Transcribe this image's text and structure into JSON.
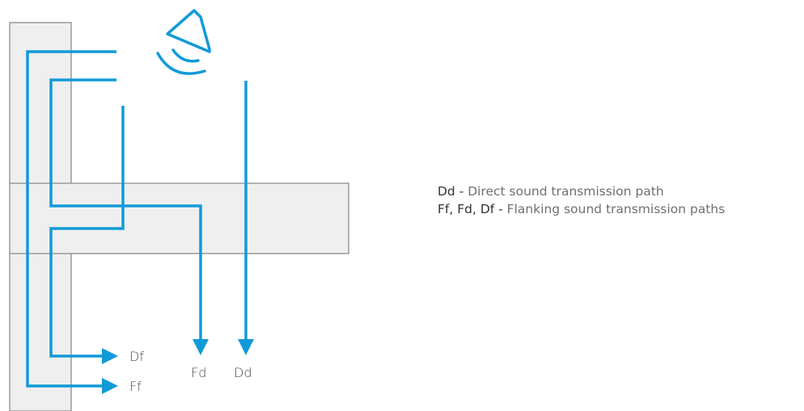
{
  "colors": {
    "path": "#129ad8",
    "structure_fill": "#efefef",
    "structure_stroke": "#9a9a9a",
    "label_text": "#4a4a4a",
    "legend_key": "#333333",
    "legend_text": "#6f6f6f"
  },
  "icons": {
    "sound_source": "speaker-icon"
  },
  "labels": {
    "df": "Df",
    "ff": "Ff",
    "fd": "Fd",
    "dd": "Dd"
  },
  "legend": {
    "items": [
      {
        "key": "Dd -",
        "text": " Direct sound transmission path"
      },
      {
        "key": "Ff, Fd, Df -",
        "text": " Flanking  sound transmission paths"
      }
    ]
  }
}
